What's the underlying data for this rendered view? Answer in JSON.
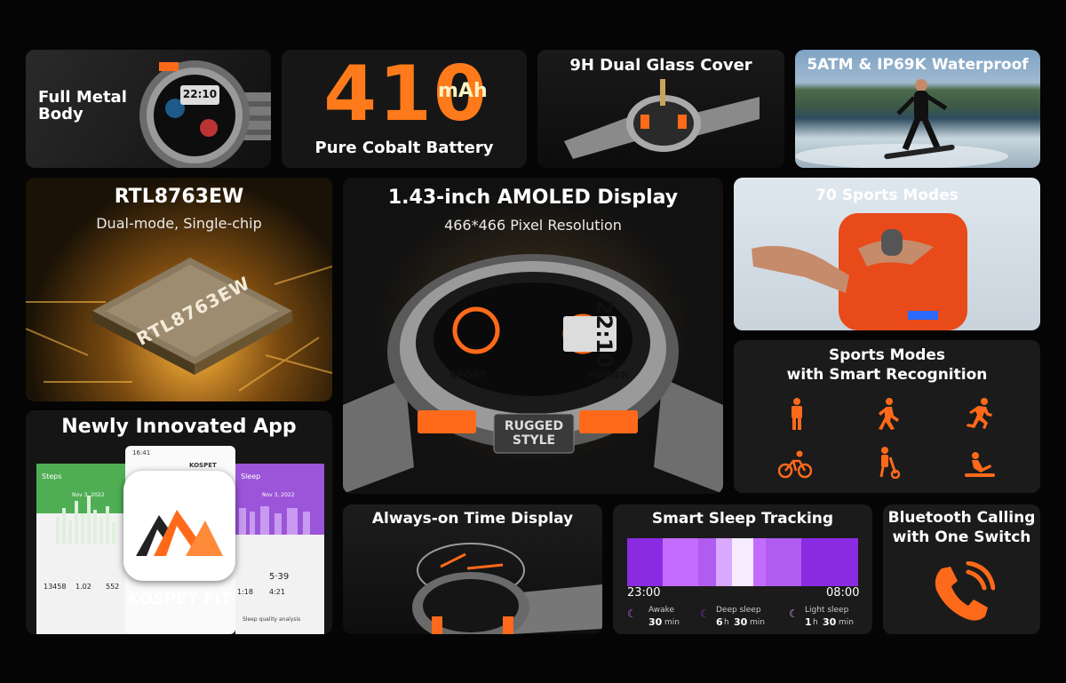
{
  "metal": {
    "title": "Full Metal Body",
    "watch_time": "22:10"
  },
  "battery": {
    "capacity": "410",
    "unit": "mAh",
    "label": "Pure Cobalt Battery"
  },
  "glass": {
    "title": "9H Dual Glass Cover"
  },
  "waterproof": {
    "title": "5ATM & IP69K Waterproof"
  },
  "chip": {
    "title": "RTL8763EW",
    "subtitle": "Dual-mode, Single-chip",
    "chip_text": "RTL8763EW"
  },
  "display": {
    "title": "1.43-inch AMOLED Display",
    "subtitle": "466*466 Pixel Resolution",
    "watch_time": "22:10",
    "bezel_left": "SPORT",
    "bezel_right": "POWER",
    "badge_line1": "RUGGED",
    "badge_line2": "STYLE"
  },
  "sports_modes": {
    "title": "70 Sports Modes"
  },
  "recognition": {
    "title_line1": "Sports Modes",
    "title_line2": "with Smart Recognition",
    "icons": [
      "standing-icon",
      "walking-icon",
      "running-icon",
      "cycling-icon",
      "elliptical-icon",
      "rowing-icon"
    ]
  },
  "app": {
    "title": "Newly Innovated App",
    "app_name": "KOSPET FIT",
    "screen_left": {
      "header": "Steps",
      "stats": [
        "13458",
        "1.02",
        "552"
      ],
      "date": "Nov 3, 2022"
    },
    "screen_mid": {
      "time": "16:41",
      "brand": "KOSPET"
    },
    "screen_right": {
      "header": "Sleep",
      "date": "Nov 3, 2022",
      "value": "5·39",
      "stats": [
        "1:18",
        "4:21"
      ],
      "footer": "Sleep quality analysis"
    }
  },
  "always_on": {
    "title": "Always-on Time Display"
  },
  "sleep": {
    "title": "Smart Sleep Tracking",
    "start": "23:00",
    "end": "08:00",
    "legend": [
      {
        "label": "Awake",
        "h": "",
        "h_unit": "",
        "m": "30",
        "m_unit": "min",
        "color": "#c46bff"
      },
      {
        "label": "Deep sleep",
        "h": "6",
        "h_unit": "h",
        "m": "30",
        "m_unit": "min",
        "color": "#8a2be2"
      },
      {
        "label": "Light sleep",
        "h": "1",
        "h_unit": "h",
        "m": "30",
        "m_unit": "min",
        "color": "#d9a8ff"
      }
    ]
  },
  "bluetooth": {
    "title_line1": "Bluetooth Calling",
    "title_line2": "with One Switch"
  },
  "colors": {
    "orange": "#ff6a1a",
    "purple": "#9b3bff",
    "tile": "#1b1b1b"
  }
}
